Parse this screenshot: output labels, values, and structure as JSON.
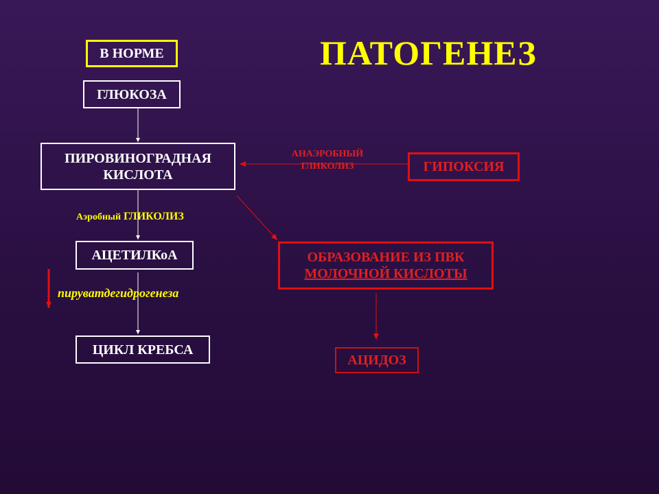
{
  "title": "ПАТОГЕНЕЗ",
  "nodes": {
    "norm": "В НОРМЕ",
    "glucose": "ГЛЮКОЗА",
    "pyruvic_line1": "ПИРОВИНОГРАДНАЯ",
    "pyruvic_line2": "КИСЛОТА",
    "acetylcoa": "АЦЕТИЛКоА",
    "krebs": "ЦИКЛ КРЕБСА",
    "hypoxia": "ГИПОКСИЯ",
    "lactic_line1": "ОБРАЗОВАНИЕ ИЗ ПВК",
    "lactic_line2": "МОЛОЧНОЙ КИСЛОТЫ",
    "acidosis": "АЦИДОЗ"
  },
  "edge_labels": {
    "aerobic_prefix": "Аэробный",
    "aerobic_main": "ГЛИКОЛИЗ",
    "anaerobic_line1": "АНАЭРОБНЫЙ",
    "anaerobic_line2": "ГЛИКОЛИЗ",
    "pdh": "пируватдегидрогенеза"
  },
  "colors": {
    "title": "#ffff00",
    "node_border": "#ffffff",
    "norm_border": "#ffff00",
    "pathology": "#e01010",
    "aerobic_label": "#ffff00"
  }
}
